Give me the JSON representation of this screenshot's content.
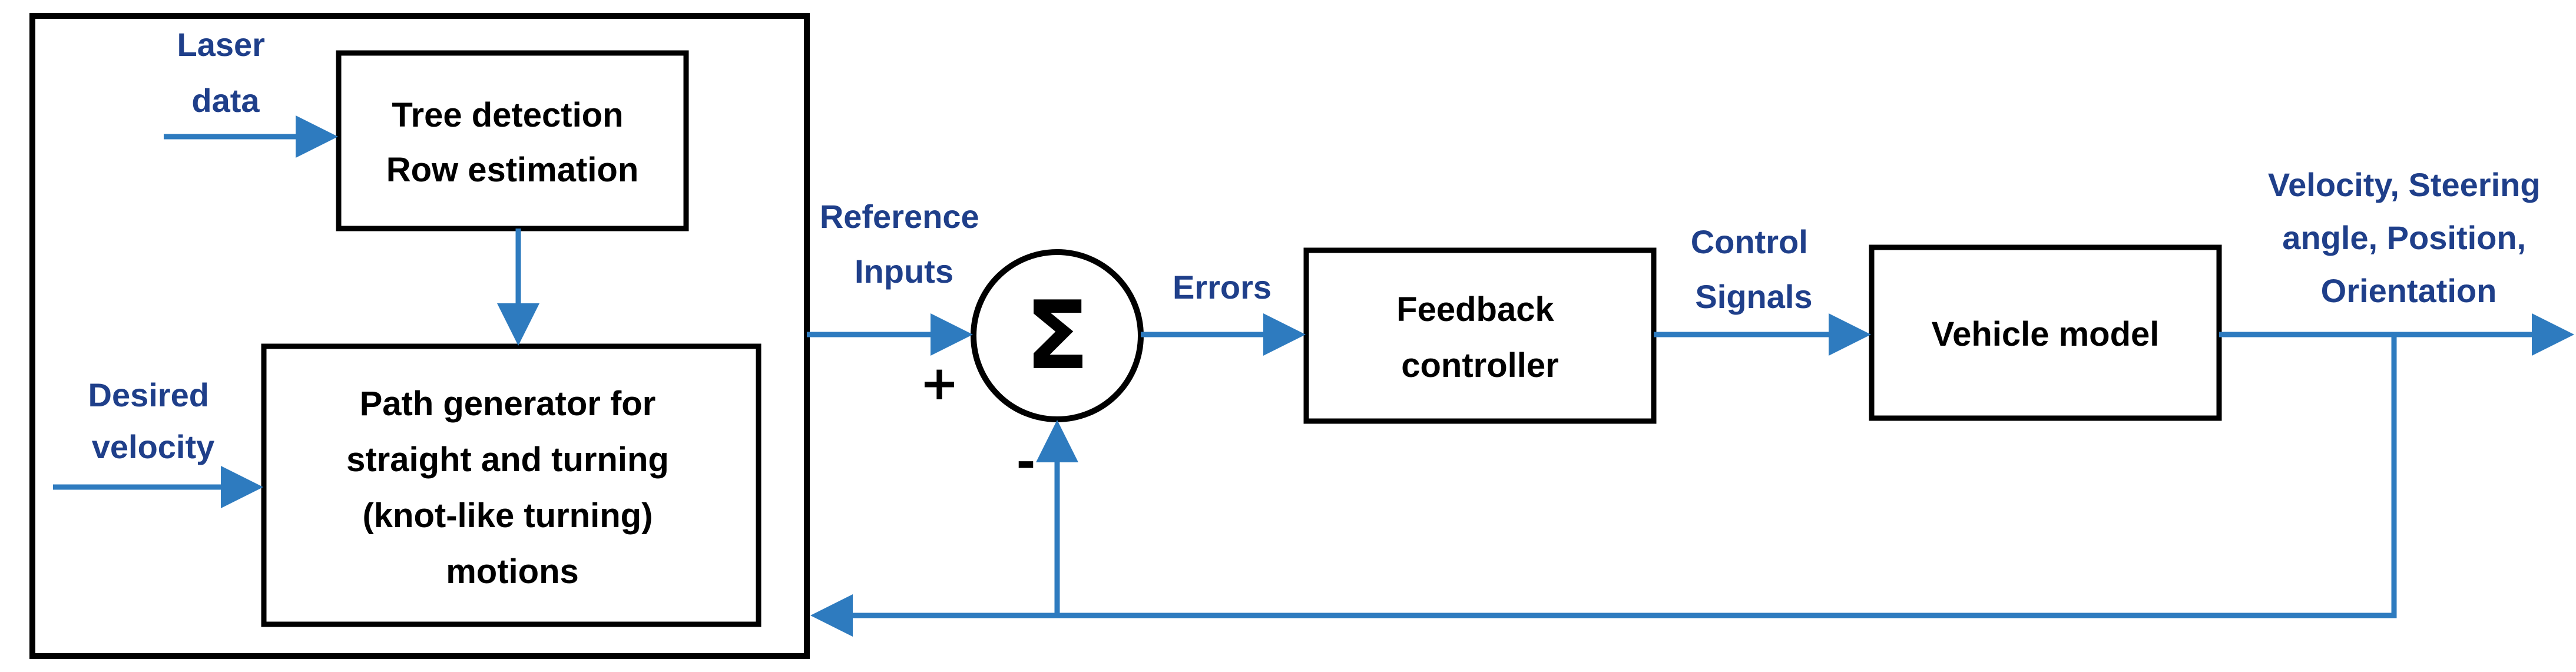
{
  "colors": {
    "arrow": "#2e7bbf",
    "signal_label": "#1f3f8a",
    "box_stroke": "#000000",
    "text": "#000000"
  },
  "blocks": {
    "tree_detection": [
      "Tree detection",
      "Row estimation"
    ],
    "path_generator": [
      "Path generator for",
      "straight and turning",
      "(knot-like turning)",
      "motions"
    ],
    "feedback_controller": [
      "Feedback",
      "controller"
    ],
    "vehicle_model": [
      "Vehicle model"
    ],
    "summing_junction_symbol": "Σ"
  },
  "signs": {
    "plus": "+",
    "minus": "-"
  },
  "signals": {
    "laser_data": [
      "Laser",
      "data"
    ],
    "desired_velocity": [
      "Desired",
      "velocity"
    ],
    "reference_inputs": [
      "Reference",
      "Inputs"
    ],
    "errors": [
      "Errors"
    ],
    "control_signals": [
      "Control",
      "Signals"
    ],
    "outputs": [
      "Velocity, Steering",
      "angle, Position,",
      "Orientation"
    ]
  }
}
